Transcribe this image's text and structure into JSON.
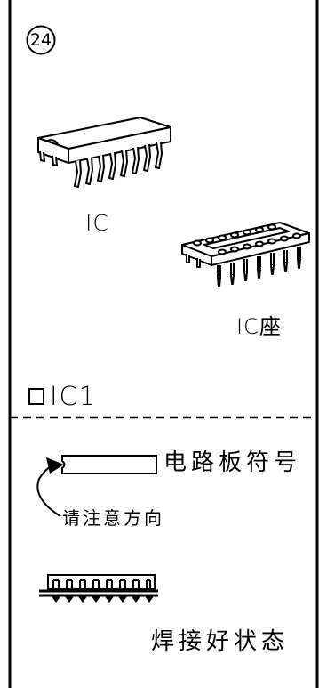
{
  "step_number": "24",
  "ic": {
    "label": "IC"
  },
  "ic_socket": {
    "label": "IC座"
  },
  "checklist": {
    "item_label": "IC1",
    "checked": false
  },
  "pcb_mark": {
    "label": "电路板符号"
  },
  "orientation_note": {
    "label": "请注意方向"
  },
  "solder": {
    "label": "焊接好状态"
  }
}
